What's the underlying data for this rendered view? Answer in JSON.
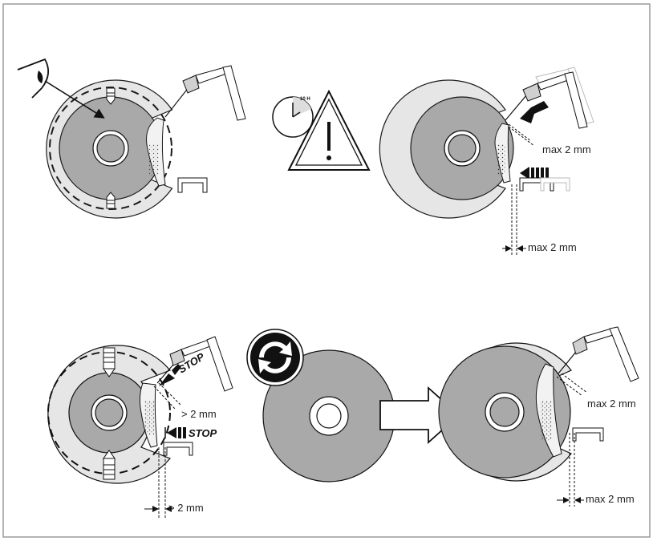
{
  "panels": {
    "inspect": {
      "caption": ""
    },
    "interval": {
      "timer_label": "10 H"
    },
    "adjust": {
      "guard_gap": "max 2 mm",
      "rest_gap": "max 2 mm"
    },
    "stop_condition": {
      "stop_top": "STOP",
      "stop_bottom": "STOP",
      "guard_gap": "> 2 mm",
      "rest_gap": "> 2 mm"
    },
    "replaced": {
      "guard_gap": "max 2 mm",
      "rest_gap": "max 2 mm"
    }
  },
  "colors": {
    "wheel": "#a9a9a9",
    "wheel_worn": "#e6e6e6",
    "outline": "#1a1a1a"
  },
  "icons": [
    "eye-icon",
    "clock-icon",
    "warning-icon",
    "replace-cycle-icon",
    "arrow-right-icon"
  ]
}
